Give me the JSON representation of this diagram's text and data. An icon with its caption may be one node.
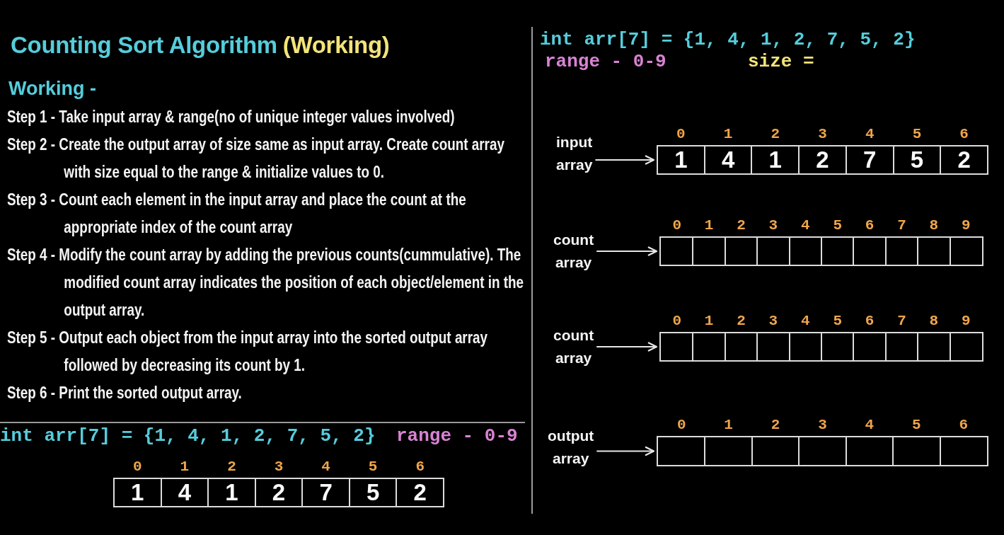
{
  "diagram": {
    "title": "Counting Sort Algorithm",
    "nodes": [
      {
        "text": [],
        "shape": "box"
      },
      {
        "text": [
          "1"
        ],
        "in": 0,
        "beside": [
          "0"
        ]
      },
      {
        "text": [
          "4"
        ],
        "in": 0,
        "beside": [
          "1"
        ]
      },
      {
        "text": [
          "1"
        ],
        "in": 0,
        "beside": [
          "2"
        ]
      },
      {
        "text": [
          "2"
        ],
        "in": 0,
        "beside": [
          "3"
        ]
      },
      {
        "text": [
          "7"
        ],
        "in": 0,
        "beside": [
          "4"
        ]
      },
      {
        "text": [
          "5"
        ],
        "in": 0,
        "beside": [
          "5"
        ]
      },
      {
        "text": [
          "2"
        ],
        "in": 0,
        "beside": [
          "6"
        ]
      },
      {
        "text": [
          "input array"
        ]
      },
      {
        "text": [],
        "shape": "box"
      },
      {
        "text": [
          "1"
        ],
        "in": 9,
        "beside": [
          "0"
        ]
      },
      {
        "text": [
          "4"
        ],
        "in": 9,
        "beside": [
          "1"
        ]
      },
      {
        "text": [
          "1"
        ],
        "in": 9,
        "beside": [
          "2"
        ]
      },
      {
        "text": [
          "2"
        ],
        "in": 9,
        "beside": [
          "3"
        ]
      },
      {
        "text": [
          "7"
        ],
        "in": 9,
        "beside": [
          "4"
        ]
      },
      {
        "text": [
          "5"
        ],
        "in": 9,
        "beside": [
          "5"
        ]
      },
      {
        "text": [
          "2"
        ],
        "in": 9,
        "beside": [
          "6"
        ]
      },
      {
        "text": [
          "count array"
        ]
      },
      {
        "text": [],
        "shape": "box",
        "beside": [
          "0",
          "1",
          "2",
          "3",
          "4",
          "5",
          "6",
          "7",
          "8",
          "9"
        ]
      },
      {
        "text": [
          "count array"
        ]
      },
      {
        "text": [],
        "shape": "box",
        "beside": [
          "0",
          "1",
          "2",
          "3",
          "4",
          "5",
          "6",
          "7",
          "8",
          "9"
        ]
      },
      {
        "text": [
          "output array"
        ]
      },
      {
        "text": [],
        "shape": "box",
        "beside": [
          "0",
          "1",
          "2",
          "3",
          "4",
          "5",
          "6"
        ]
      }
    ],
    "edges": [
      {
        "from": 8,
        "to": 9,
        "arrow": "to"
      },
      {
        "from": 17,
        "to": 18,
        "arrow": "to"
      },
      {
        "from": 19,
        "to": 20,
        "arrow": "to"
      },
      {
        "from": 21,
        "to": 22,
        "arrow": "to"
      }
    ],
    "labels": [
      "(Working)",
      "Working -",
      "Step 1 - Take input array & range(no of unique integer values involved)",
      "Step 2 - Create the output array of size same as input array. Create count array with size equal to the range & initialize values to 0.",
      "Step 3 - Count each element in the input array and place the count at the appropriate index of the count array",
      "Step 4 - Modify the count array by adding the previous counts(cummulative). The modified count array indicates the position of each object/element in the output array.",
      "Step 5 - Output each object from the input array into the sorted output array followed by decreasing its count by 1.",
      "Step 6 - Print the sorted output array.",
      "int arr[7] = {1, 4, 1, 2, 7, 5, 2}",
      "range - 0-9",
      "int arr[7] = {1, 4, 1, 2, 7, 5, 2}",
      "range - 0-9",
      "size ="
    ]
  }
}
